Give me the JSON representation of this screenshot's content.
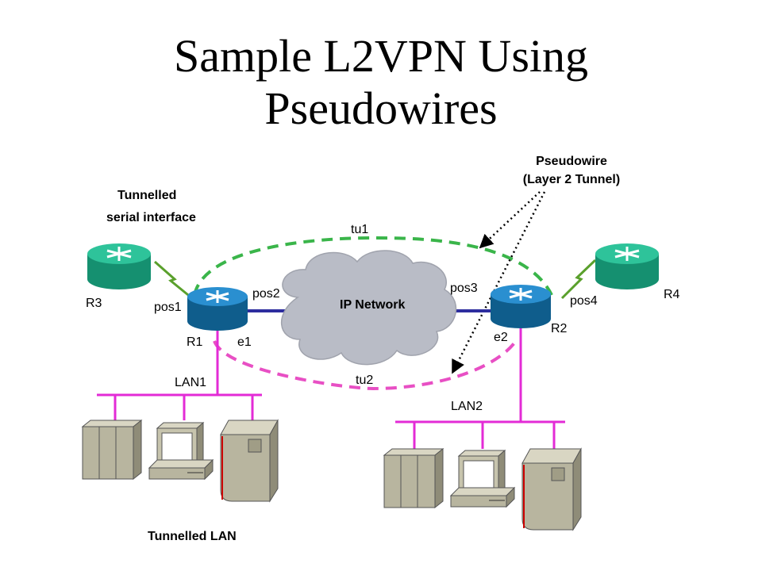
{
  "title_line1": "Sample L2VPN Using",
  "title_line2": "Pseudowires",
  "labels": {
    "pseudowire_1": "Pseudowire",
    "pseudowire_2": "(Layer 2 Tunnel)",
    "tunnelled_1": "Tunnelled",
    "tunnelled_2": "serial interface",
    "tu1": "tu1",
    "tu2": "tu2",
    "r1": "R1",
    "r2": "R2",
    "r3": "R3",
    "r4": "R4",
    "pos1": "pos1",
    "pos2": "pos2",
    "pos3": "pos3",
    "pos4": "pos4",
    "e1": "e1",
    "e2": "e2",
    "ip_network": "IP Network",
    "lan1": "LAN1",
    "lan2": "LAN2",
    "tunnelled_lan": "Tunnelled LAN"
  },
  "colors": {
    "router_blue": "#1f78b4",
    "router_teal": "#1fb38a",
    "tunnel_green": "#3ab54a",
    "tunnel_pink": "#e84fc4",
    "lan_magenta": "#e32bd6",
    "link_navy": "#2d2d9f",
    "serial_green": "#5aa02c",
    "cloud_gray": "#b9bcc6"
  }
}
